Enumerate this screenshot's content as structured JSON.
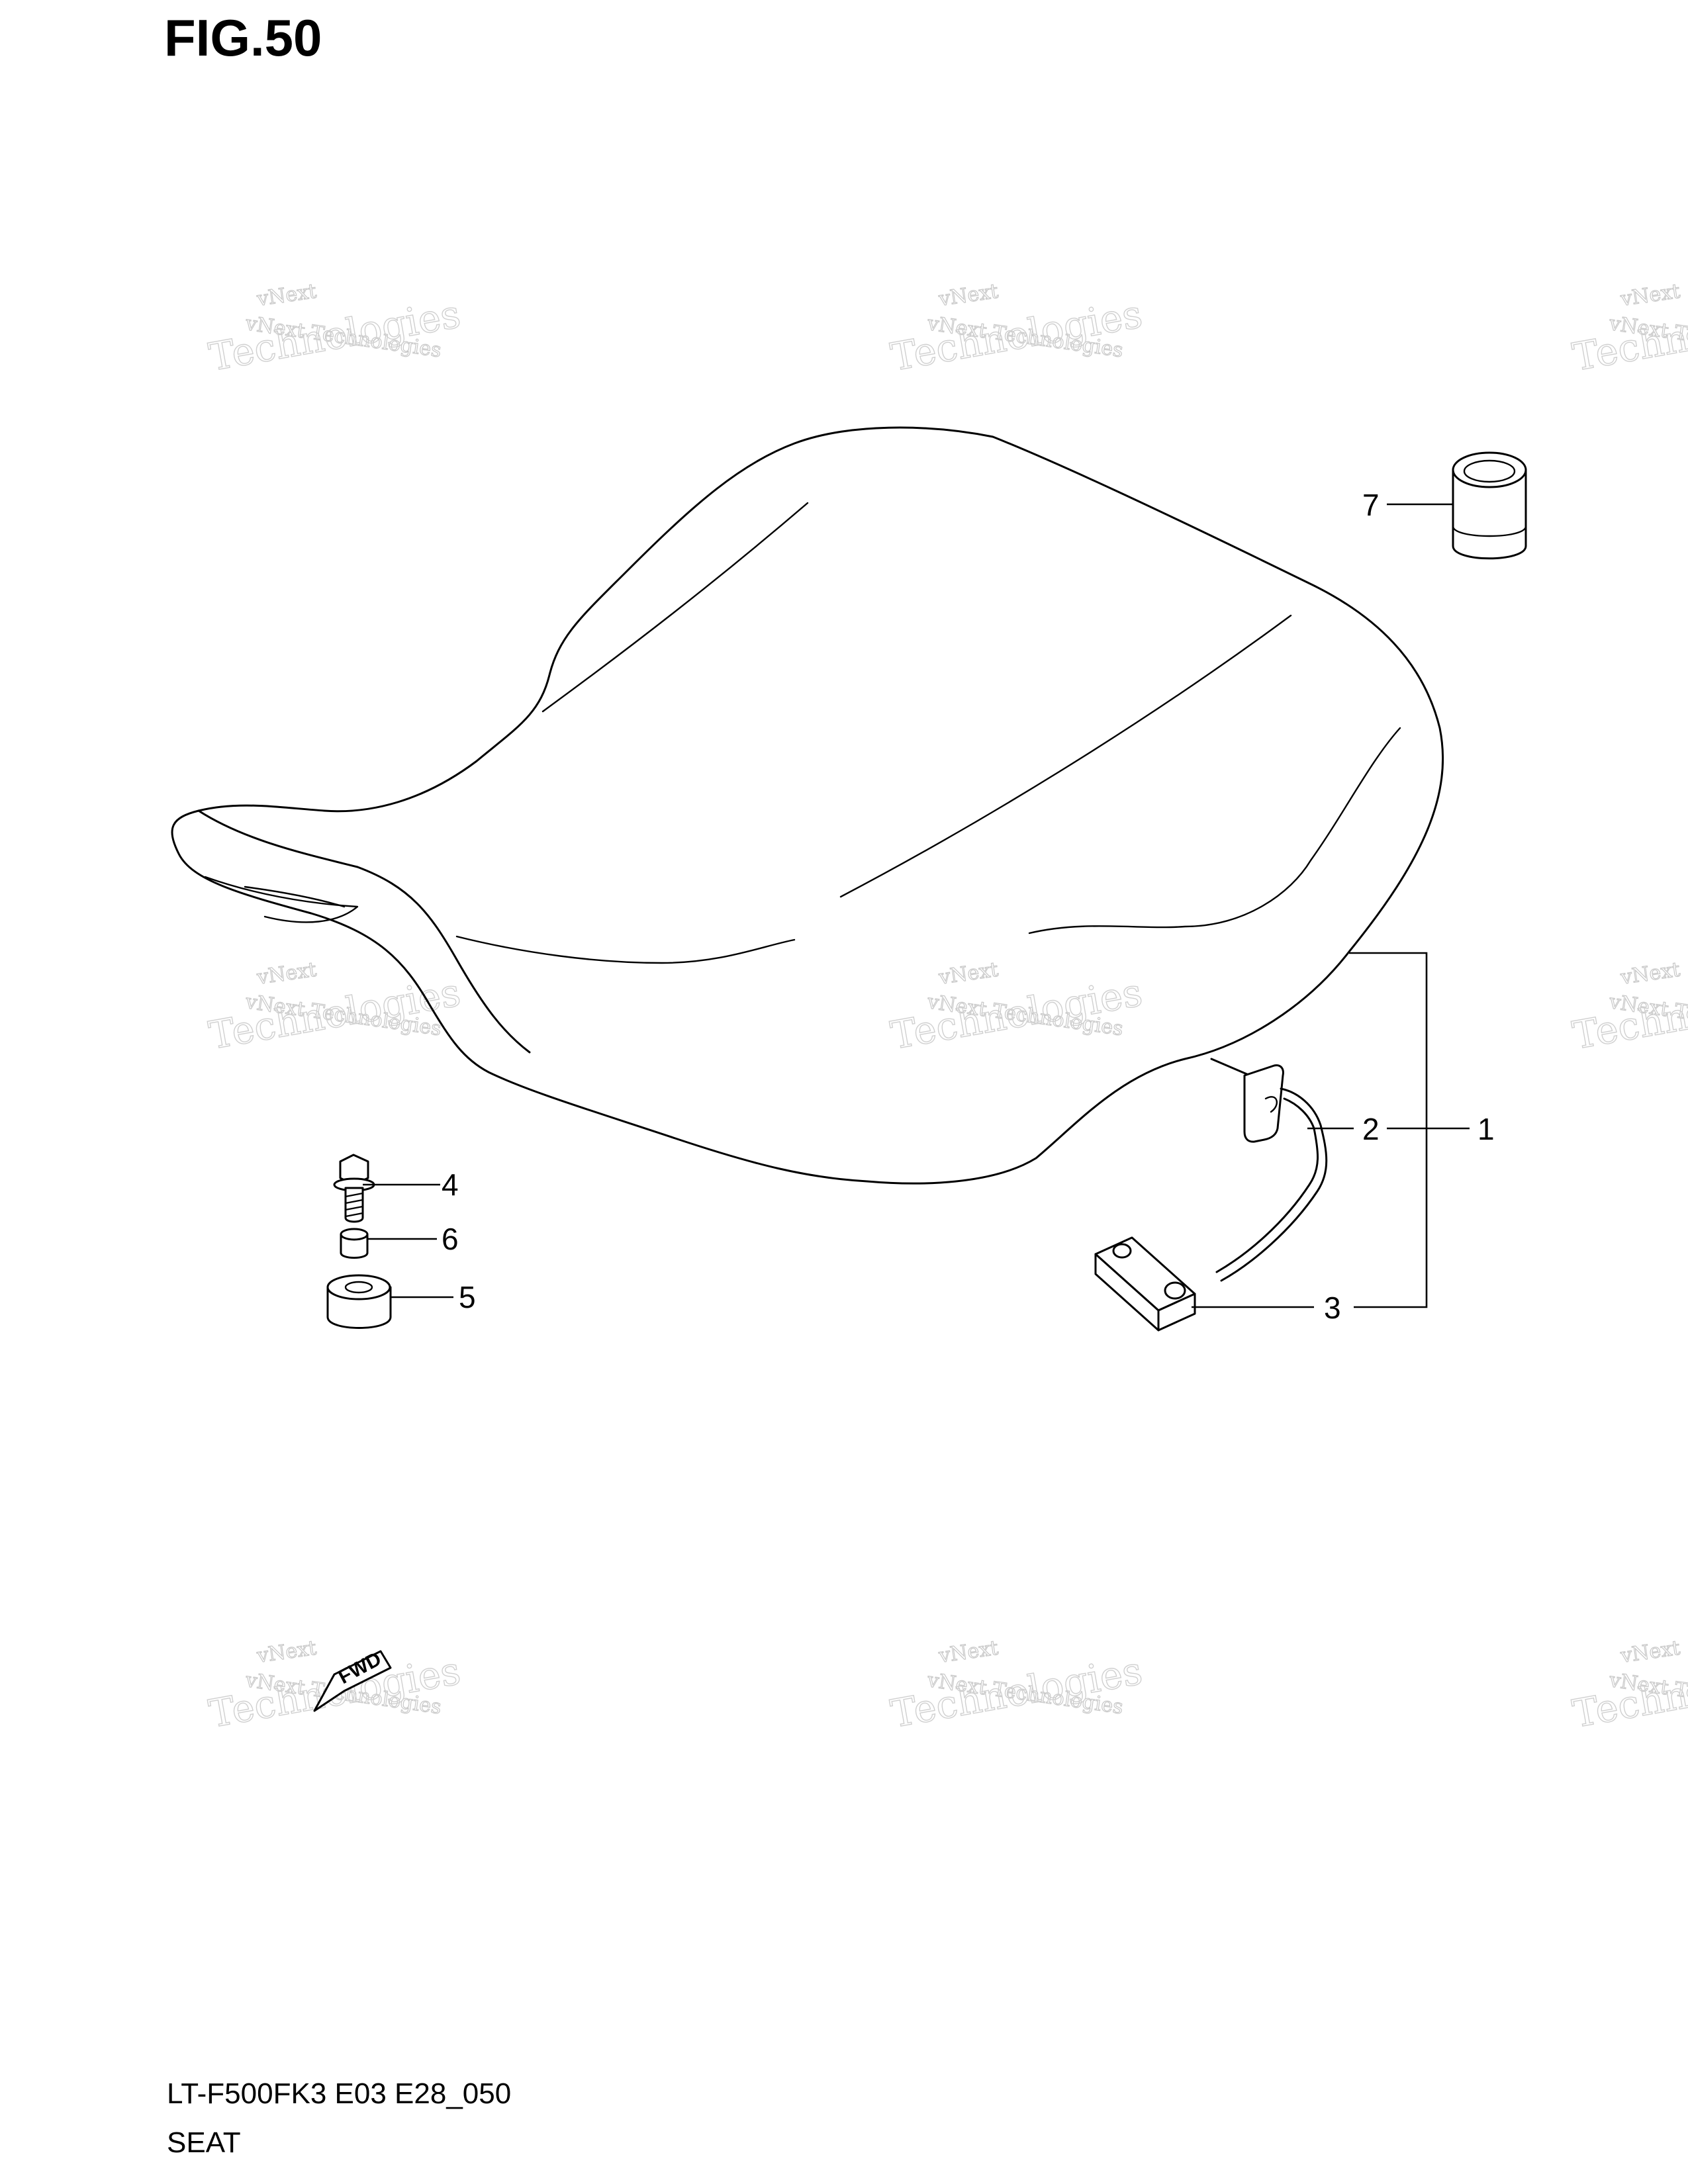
{
  "figure": {
    "title": "FIG.50",
    "model_code": "LT-F500FK3 E03 E28_050",
    "section_name": "SEAT"
  },
  "watermark": {
    "line_top": "vNext",
    "line_mid": "vNext Technologies",
    "line_big": "Technologies"
  },
  "fwd_label": "FWD",
  "callouts": [
    {
      "number": "1",
      "part": "seat-assembly"
    },
    {
      "number": "2",
      "part": "seat-hook"
    },
    {
      "number": "3",
      "part": "seat-lock-bracket"
    },
    {
      "number": "4",
      "part": "bolt"
    },
    {
      "number": "5",
      "part": "cushion"
    },
    {
      "number": "6",
      "part": "collar"
    },
    {
      "number": "7",
      "part": "rubber-cap"
    }
  ]
}
